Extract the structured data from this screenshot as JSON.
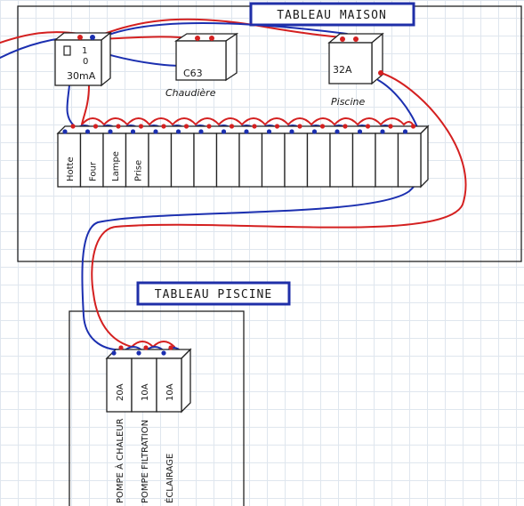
{
  "titles": {
    "maison": "TABLEAU MAISON",
    "piscine": "TABLEAU PISCINE"
  },
  "main_breakers": {
    "differential": {
      "rating": "30mA",
      "switch_top": "1",
      "switch_bottom": "0"
    },
    "chaudiere": {
      "rating": "C63",
      "name": "Chaudière"
    },
    "piscine": {
      "rating": "32A",
      "name": "Piscine"
    }
  },
  "row_breakers": [
    "Hotte",
    "Four",
    "Lampe",
    "Prise"
  ],
  "pool_breakers": [
    {
      "rating": "20A",
      "use": "POMPE À CHALEUR"
    },
    {
      "rating": "10A",
      "use": "POMPE FILTRATION"
    },
    {
      "rating": "10A",
      "use": "ÉCLAIRAGE"
    }
  ],
  "colors": {
    "phase": "#d42020",
    "neutral": "#1b2fb0",
    "title_border": "#1f2fa8"
  }
}
